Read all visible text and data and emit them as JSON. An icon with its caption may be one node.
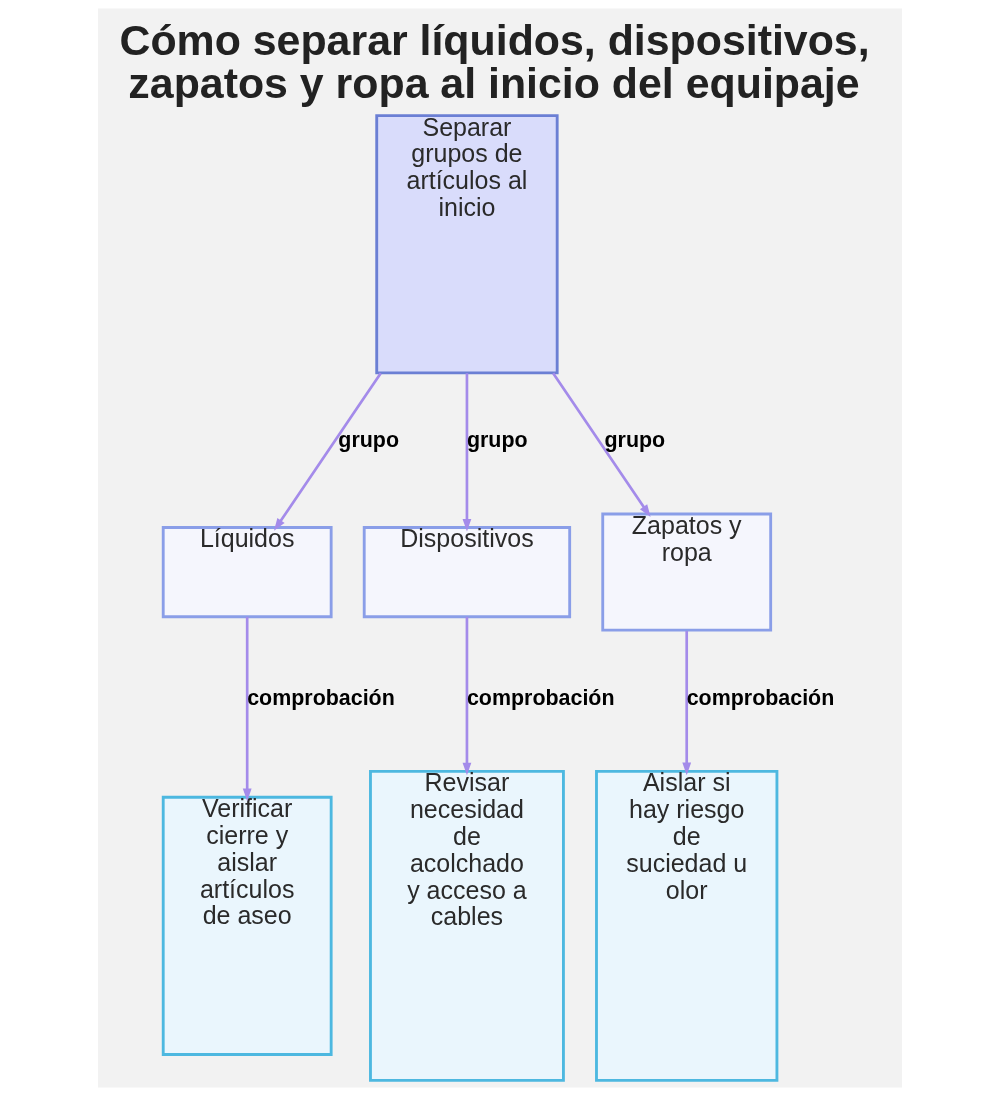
{
  "diagram": {
    "title": "Cómo separar líquidos, dispositivos, zapatos y ropa al inicio del equipaje",
    "nodes": [
      {
        "text": [
          "Separar grupos de artículos al inicio"
        ]
      },
      {
        "text": [
          "Líquidos"
        ]
      },
      {
        "text": [
          "Dispositivos"
        ]
      },
      {
        "text": [
          "Zapatos y ropa"
        ]
      },
      {
        "text": [
          "Verificar cierre y aislar artículos de aseo"
        ]
      },
      {
        "text": [
          "Revisar necesidad de acolchado y acceso a cables"
        ]
      },
      {
        "text": [
          "Aislar si hay riesgo de suciedad u olor"
        ]
      }
    ],
    "edges": [
      {
        "from": 0,
        "to": 1,
        "arrow": "to",
        "label": "grupo"
      },
      {
        "from": 0,
        "to": 2,
        "arrow": "to",
        "label": "grupo"
      },
      {
        "from": 0,
        "to": 3,
        "arrow": "to",
        "label": "grupo"
      },
      {
        "from": 1,
        "to": 4,
        "arrow": "to",
        "label": "comprobación"
      },
      {
        "from": 2,
        "to": 5,
        "arrow": "to",
        "label": "comprobación"
      },
      {
        "from": 3,
        "to": 6,
        "arrow": "to",
        "label": "comprobación"
      }
    ]
  }
}
